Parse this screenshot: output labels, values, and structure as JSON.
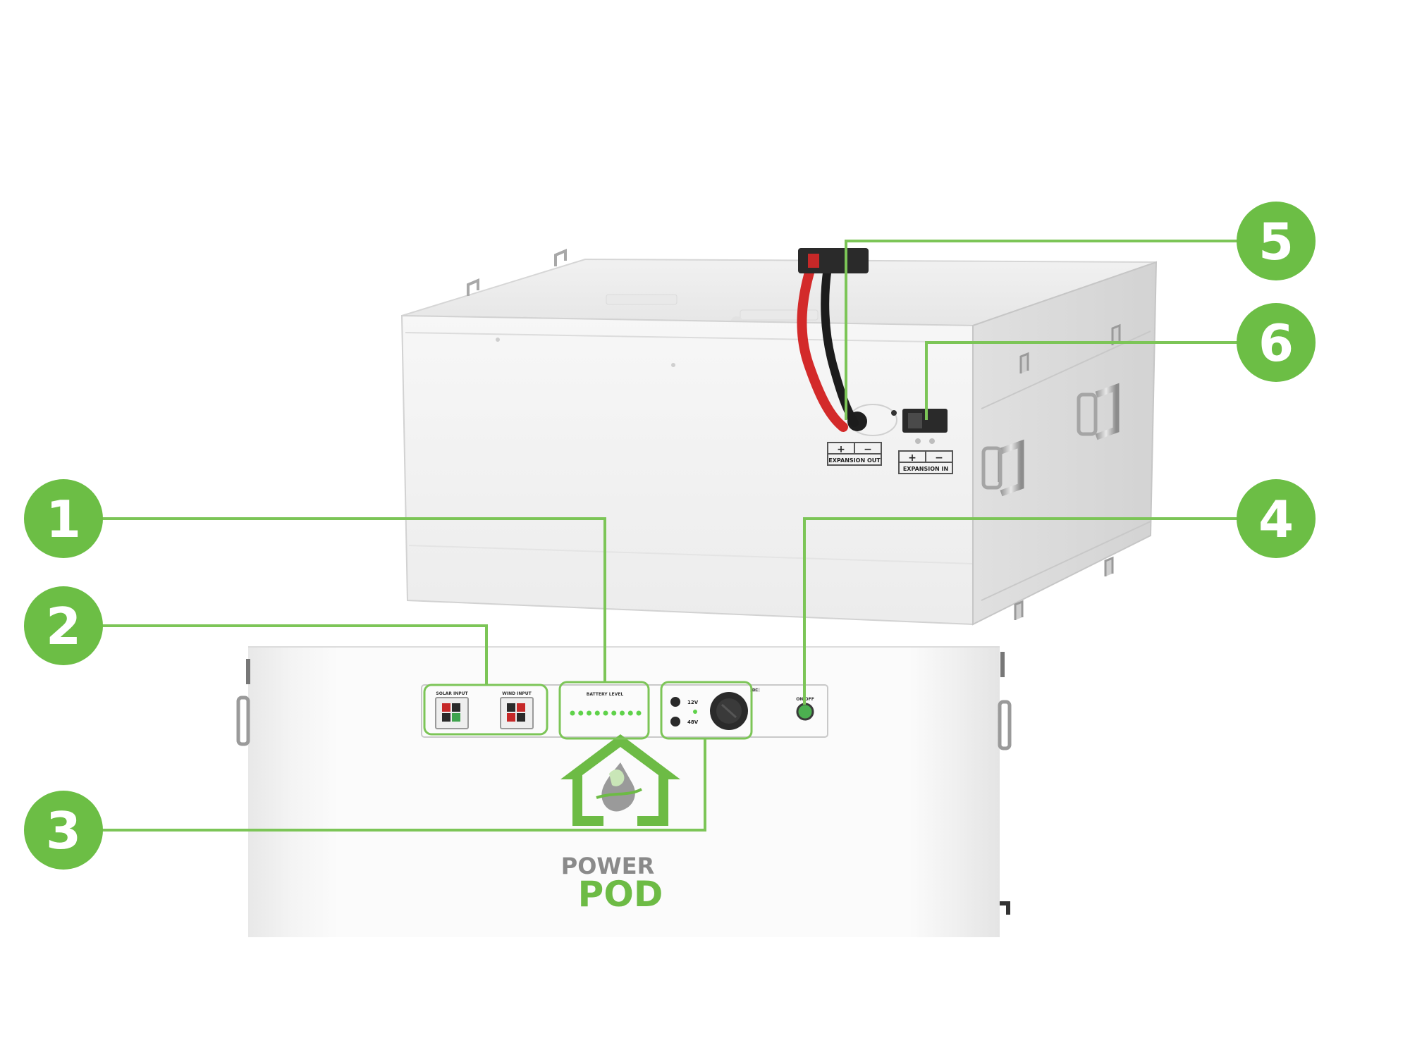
{
  "colors": {
    "accent_green": "#6cbe45",
    "callout_line": "#7cc557",
    "logo_green": "#6dbb45",
    "logo_grey": "#8a8a8a",
    "cable_red": "#d32a2a",
    "cable_black": "#1c1c1c",
    "led_green": "#5fd24a"
  },
  "callouts": [
    {
      "number": "1"
    },
    {
      "number": "2"
    },
    {
      "number": "3"
    },
    {
      "number": "4"
    },
    {
      "number": "5"
    },
    {
      "number": "6"
    }
  ],
  "top_unit": {
    "expansion_out": {
      "label": "EXPANSION OUT",
      "plus": "+",
      "minus": "−"
    },
    "expansion_in": {
      "label": "EXPANSION IN",
      "plus": "+",
      "minus": "−"
    }
  },
  "front_panel": {
    "solar_input": "SOLAR INPUT",
    "wind_input": "WIND INPUT",
    "battery_level": "BATTERY LEVEL",
    "battery_led_count": 9,
    "dc_header": "DC",
    "out_12v": "12V",
    "out_48v": "48V",
    "on_off": "ON/OFF"
  },
  "logo": {
    "line1": "POWER",
    "line2": "POD"
  },
  "icons": {
    "logo_mark": "house-leaf-drop-icon",
    "callout_marker": "numbered-circle-icon",
    "power_button": "power-button-icon",
    "dc_socket": "dc-socket-icon"
  }
}
